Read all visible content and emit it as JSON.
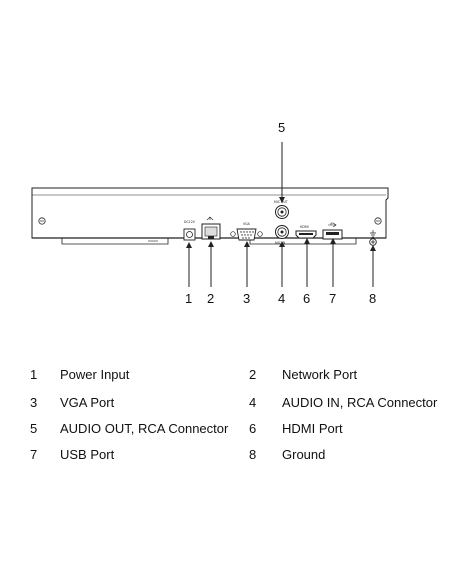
{
  "callouts": [
    "1",
    "2",
    "3",
    "4",
    "5",
    "6",
    "7",
    "8"
  ],
  "panel_labels": {
    "power": "DC12V",
    "vga": "VGA",
    "audio_out": "MIC OUT",
    "audio_in": "MIC IN",
    "hdmi": "HDMI"
  },
  "legend": [
    {
      "num": "1",
      "label": "Power Input"
    },
    {
      "num": "2",
      "label": "Network Port"
    },
    {
      "num": "3",
      "label": "VGA Port"
    },
    {
      "num": "4",
      "label": "AUDIO IN, RCA Connector"
    },
    {
      "num": "5",
      "label": "AUDIO OUT, RCA Connector"
    },
    {
      "num": "6",
      "label": "HDMI Port"
    },
    {
      "num": "7",
      "label": "USB Port"
    },
    {
      "num": "8",
      "label": "Ground"
    }
  ]
}
